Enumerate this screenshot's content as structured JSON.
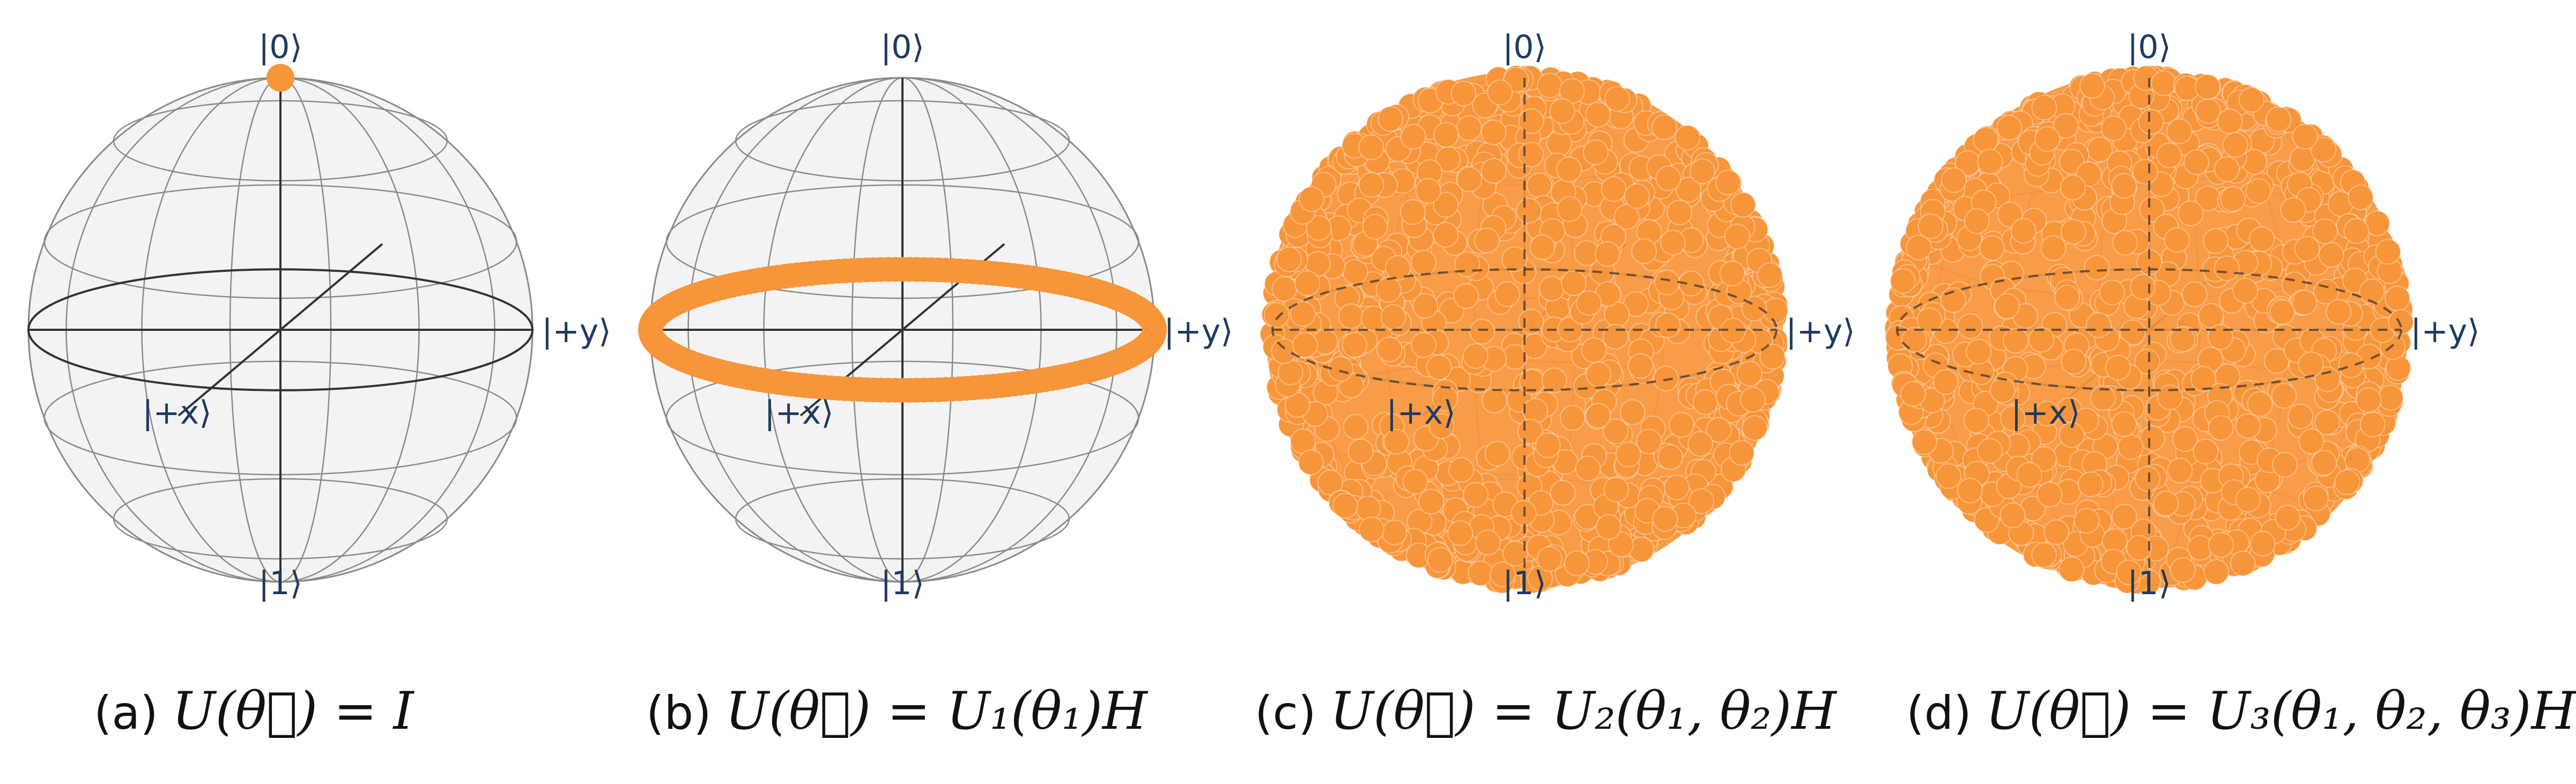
{
  "colors": {
    "marker": "#f7953a",
    "wire": "#8a8a8a",
    "axis": "#333333",
    "ket_text": "#1f3a5f",
    "sphere_fill": "#f3f3f3"
  },
  "kets": {
    "zero": "|0⟩",
    "one": "|1⟩",
    "plus_x": "|+x⟩",
    "plus_y": "|+y⟩"
  },
  "panels": [
    {
      "id": "a",
      "label": "(a)",
      "equation": "U(θ⃗) = I",
      "coverage": "point at |0⟩"
    },
    {
      "id": "b",
      "label": "(b)",
      "equation": "U(θ⃗) = U₁(θ₁)H",
      "coverage": "equator ring"
    },
    {
      "id": "c",
      "label": "(c)",
      "equation": "U(θ⃗) = U₂(θ₁, θ₂)H",
      "coverage": "sphere surface"
    },
    {
      "id": "d",
      "label": "(d)",
      "equation": "U(θ⃗) = U₃(θ₁, θ₂, θ₃)H",
      "coverage": "sphere surface"
    }
  ]
}
